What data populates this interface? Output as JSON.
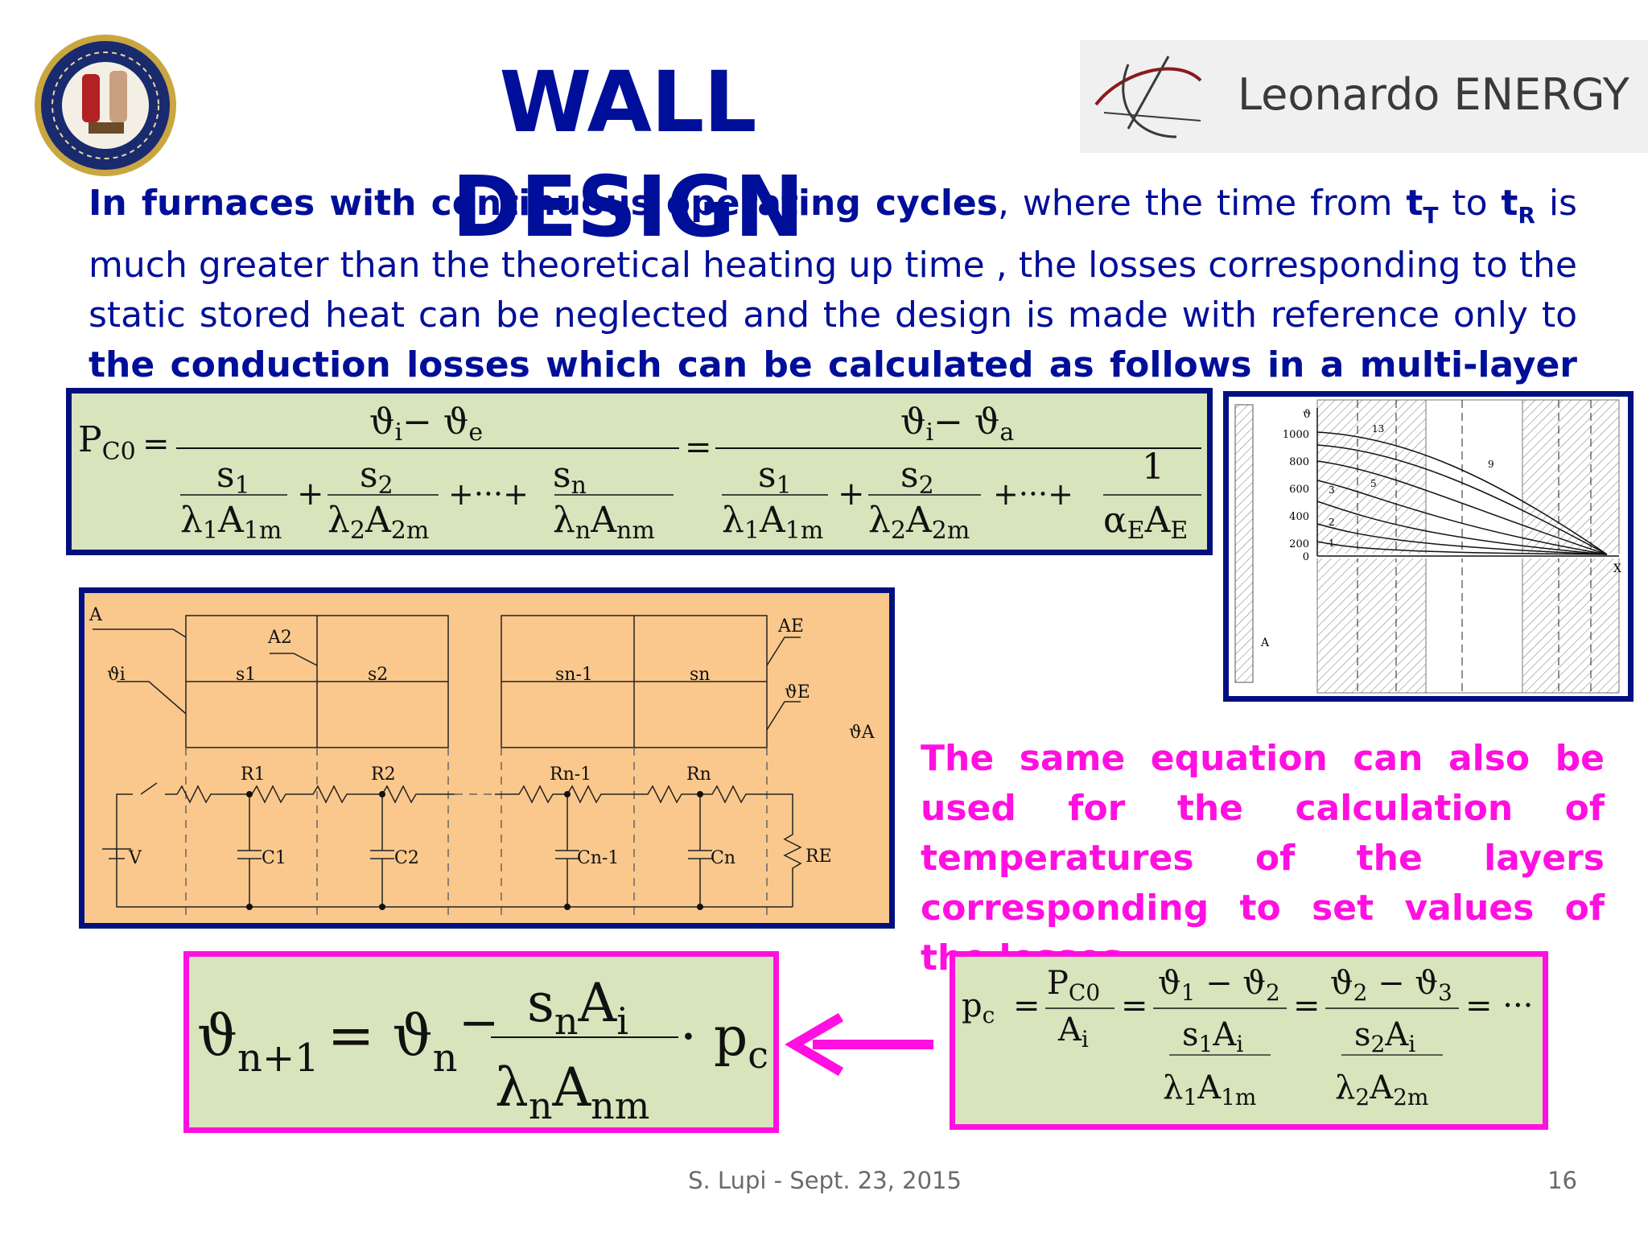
{
  "slide": {
    "title": "WALL DESIGN",
    "logo_text": "Leonardo ENERGY",
    "intro": {
      "p1": "In ",
      "p2": "furnaces with continuous operating cycles",
      "p3": ", where the time from ",
      "tT": "t",
      "tT_sub": "T",
      "p4": " to ",
      "tR": "t",
      "tR_sub": "R",
      "p5": " is much greater than the theoretical heating up time , the losses corresponding to the static stored heat can be neglected and the design is made with reference only to ",
      "p6": "the conduction losses which can be calculated as follows in a multi-layer wall",
      "p7": " :"
    },
    "note": "The same equation can also be used for the calculation of temperatures of the layers corresponding to set values  of the losses.",
    "footer": "S. Lupi - Sept. 23, 2015",
    "page_number": "16"
  },
  "equation1": {
    "lhs": "P",
    "lhs_sub": "C0",
    "num1": "ϑ",
    "num1_i": "i",
    "num1_minus": "− ϑ",
    "num1_e": "e",
    "num2_a": "a",
    "s1": "s",
    "s1_sub": "1",
    "s2": "s",
    "s2_sub": "2",
    "sn": "s",
    "sn_sub": "n",
    "lam1": "λ",
    "lam1_sub": "1",
    "A1": "A",
    "A1_sub": "1m",
    "lam2": "λ",
    "lam2_sub": "2",
    "A2": "A",
    "A2_sub": "2m",
    "lamn": "λ",
    "lamn_sub": "n",
    "An": "A",
    "An_sub": "nm",
    "one": "1",
    "alpha": "α",
    "alpha_sub": "E",
    "AE": "A",
    "AE_sub": "E",
    "plus_dots": "+···+"
  },
  "circuit": {
    "Ai_A1": "A",
    "labels": [
      "A2",
      "s1",
      "s2",
      "sn-1",
      "sn",
      "AE",
      "ϑE",
      "ϑA",
      "ϑi",
      "R1",
      "R2",
      "Rn-1",
      "Rn",
      "V",
      "C1",
      "C2",
      "Cn-1",
      "Cn",
      "RE"
    ]
  },
  "chart": {
    "y_axis_symbol": "ϑ",
    "y_ticks": [
      "1000",
      "800",
      "600",
      "400",
      "200",
      "0"
    ],
    "x_axis_label": "X",
    "curve_labels": [
      "13",
      "9",
      "5",
      "3",
      "2",
      "1"
    ],
    "wall_label": "A"
  },
  "equation2": {
    "lhs": "ϑ",
    "lhs_sub": "n+1",
    "rhs": "= ϑ",
    "rhs_sub": "n",
    "num": "s",
    "num_sub": "n",
    "num_A": "A",
    "num_A_sub": "i",
    "den": "λ",
    "den_sub": "n",
    "den_A": "A",
    "den_A_sub": "nm",
    "tail": "· p",
    "tail_sub": "c"
  },
  "equation3": {
    "p": "p",
    "p_sub": "c",
    "P": "P",
    "P_sub": "C0",
    "Ai": "A",
    "Ai_sub": "i",
    "t1": "ϑ",
    "t1_sub": "1",
    "t2": "ϑ",
    "t2_sub": "2",
    "t3": "ϑ",
    "t3_sub": "3",
    "s1": "s",
    "s1_sub": "1",
    "s2": "s",
    "s2_sub": "2",
    "l1": "λ",
    "l1_sub": "1",
    "A1": "A",
    "A1_sub": "1m",
    "l2": "λ",
    "l2_sub": "2",
    "A2": "A",
    "A2_sub": "2m",
    "dots": "= ···"
  },
  "colors": {
    "navy": "#000f99",
    "magenta": "#ff10e0",
    "green_box": "#d8e4bc",
    "orange_box": "#fac88c"
  }
}
